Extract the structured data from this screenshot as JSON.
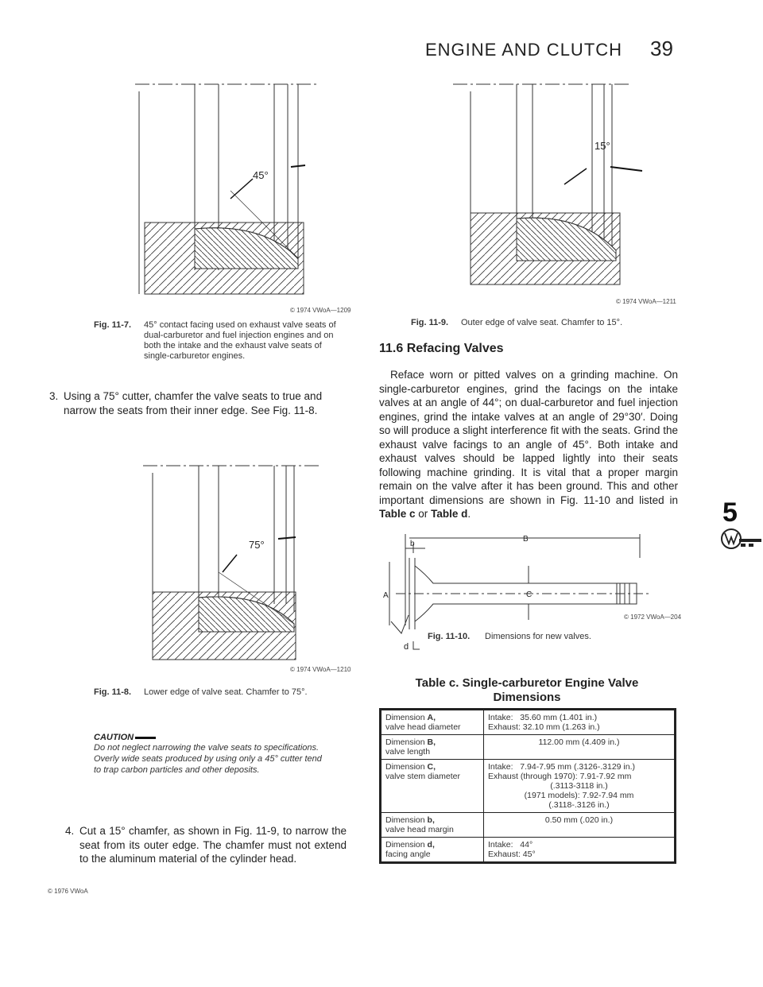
{
  "header": {
    "title": "ENGINE AND CLUTCH",
    "page": "39"
  },
  "fig7": {
    "angle": "45°",
    "credit": "© 1974 VWoA—1209",
    "label": "Fig. 11-7.",
    "text": "45° contact facing used on exhaust valve seats of dual-carburetor and fuel injection engines and on both the intake and the exhaust valve seats of single-carburetor engines."
  },
  "step3": {
    "num": "3.",
    "text": "Using a 75° cutter, chamfer the valve seats to true and narrow the seats from their inner edge. See Fig. 11-8."
  },
  "fig8": {
    "angle": "75°",
    "credit": "© 1974 VWoA—1210",
    "label": "Fig. 11-8.",
    "text": "Lower edge of valve seat. Chamfer to 75°."
  },
  "caution": {
    "heading": "CAUTION",
    "text": "Do not neglect narrowing the valve seats to specifications. Overly wide seats produced by using only a 45° cutter tend to trap carbon particles and other deposits."
  },
  "step4": {
    "num": "4.",
    "text": "Cut a 15° chamfer, as shown in Fig. 11-9, to narrow the seat from its outer edge. The chamfer must not extend to the aluminum material of the cylinder head."
  },
  "footer_credit": "© 1976 VWoA",
  "fig9": {
    "angle": "15°",
    "credit": "© 1974 VWoA—1211",
    "label": "Fig. 11-9.",
    "text": "Outer edge of valve seat. Chamfer to 15°."
  },
  "section": {
    "heading": "11.6 Refacing Valves",
    "para": "Reface worn or pitted valves on a grinding machine. On single-carburetor engines, grind the facings on the intake valves at an angle of 44°; on dual-carburetor and fuel injection engines, grind the intake valves at an angle of 29°30′. Doing so will produce a slight interference fit with the seats. Grind the exhaust valve facings to an angle of 45°. Both intake and exhaust valves should be lapped lightly into their seats following machine grinding. It is vital that a proper margin remain on the valve after it has been ground. This and other important dimensions are shown in Fig. 11-10 and listed in",
    "ref_c": "Table c",
    "or": "or",
    "ref_d": "Table d",
    "end": "."
  },
  "fig10": {
    "dim_B": "B",
    "dim_b": "b",
    "dim_A": "A",
    "dim_C": "C",
    "dim_d": "d",
    "credit": "© 1972 VWoA—204",
    "label": "Fig. 11-10.",
    "text": "Dimensions for new valves."
  },
  "table": {
    "title_line1": "Table c. Single-carburetor Engine Valve",
    "title_line2": "Dimensions",
    "rows": [
      {
        "k1": "Dimension ",
        "kb": "A,",
        "k2": "valve head diameter",
        "v": [
          "Intake:   35.60 mm (1.401 in.)",
          "Exhaust: 32.10 mm (1.263 in.)"
        ]
      },
      {
        "k1": "Dimension ",
        "kb": "B,",
        "k2": "valve length",
        "v": [
          "112.00 mm (4.409 in.)"
        ]
      },
      {
        "k1": "Dimension ",
        "kb": "C,",
        "k2": "valve stem diameter",
        "v": [
          "Intake:   7.94-7.95 mm (.3126-.3129 in.)",
          "Exhaust (through 1970): 7.91-7.92 mm",
          "(.3113-3118 in.)",
          "(1971 models): 7.92-7.94 mm",
          "(.3118-.3126 in.)"
        ]
      },
      {
        "k1": "Dimension ",
        "kb": "b,",
        "k2": "valve head margin",
        "v": [
          "0.50 mm (.020 in.)"
        ]
      },
      {
        "k1": "Dimension ",
        "kb": "d,",
        "k2": "facing angle",
        "v": [
          "Intake:   44°",
          "Exhaust: 45°"
        ]
      }
    ]
  },
  "tab_marker": {
    "number": "5"
  }
}
